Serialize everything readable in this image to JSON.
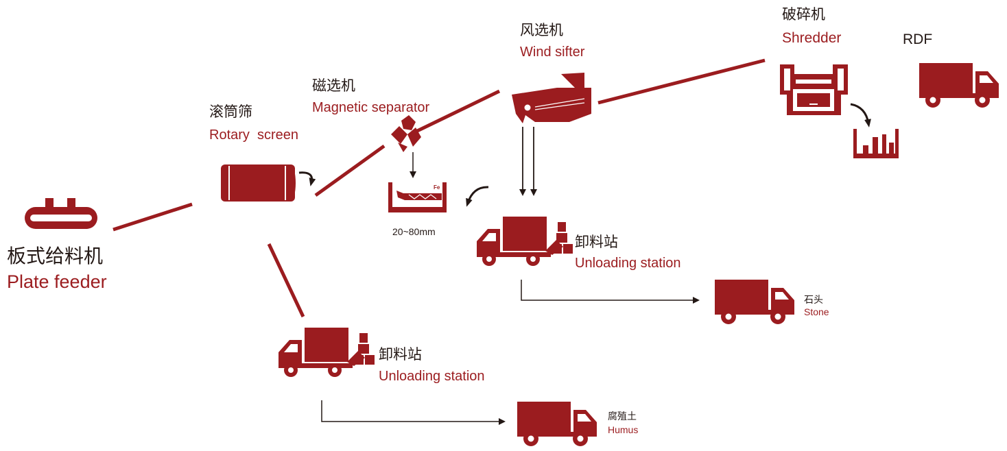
{
  "colors": {
    "maroon": "#9b1c1f",
    "text": "#231815",
    "background": "#ffffff"
  },
  "nodes": {
    "plate_feeder": {
      "cn": "板式给料机",
      "en": "Plate feeder",
      "icon": "plate-feeder-icon"
    },
    "rotary_screen": {
      "cn": "滚筒筛",
      "en": "Rotary  screen",
      "icon": "rotary-screen-icon"
    },
    "magnetic_separator": {
      "cn": "磁选机",
      "en": "Magnetic separator",
      "icon": "magnet-crystal-icon"
    },
    "wind_sifter": {
      "cn": "风选机",
      "en": "Wind sifter",
      "icon": "wind-sifter-icon"
    },
    "shredder": {
      "cn": "破碎机",
      "en": "Shredder",
      "icon": "shredder-icon"
    },
    "rdf": {
      "label": "RDF",
      "icon": "truck-icon"
    },
    "fe_bin": {
      "badge": "Fe",
      "size_label": "20~80mm",
      "icon": "fe-bin-icon"
    },
    "unloading_station_1": {
      "cn": "卸料站",
      "en": "Unloading station",
      "icon": "truck-with-boxes-icon"
    },
    "unloading_station_2": {
      "cn": "卸料站",
      "en": "Unloading station",
      "icon": "truck-with-boxes-icon"
    },
    "stone": {
      "cn": "石头",
      "en": "Stone",
      "icon": "truck-icon"
    },
    "humus": {
      "cn": "腐殖土",
      "en": "Humus",
      "icon": "truck-icon"
    },
    "shredded_output": {
      "icon": "bar-output-icon"
    }
  }
}
